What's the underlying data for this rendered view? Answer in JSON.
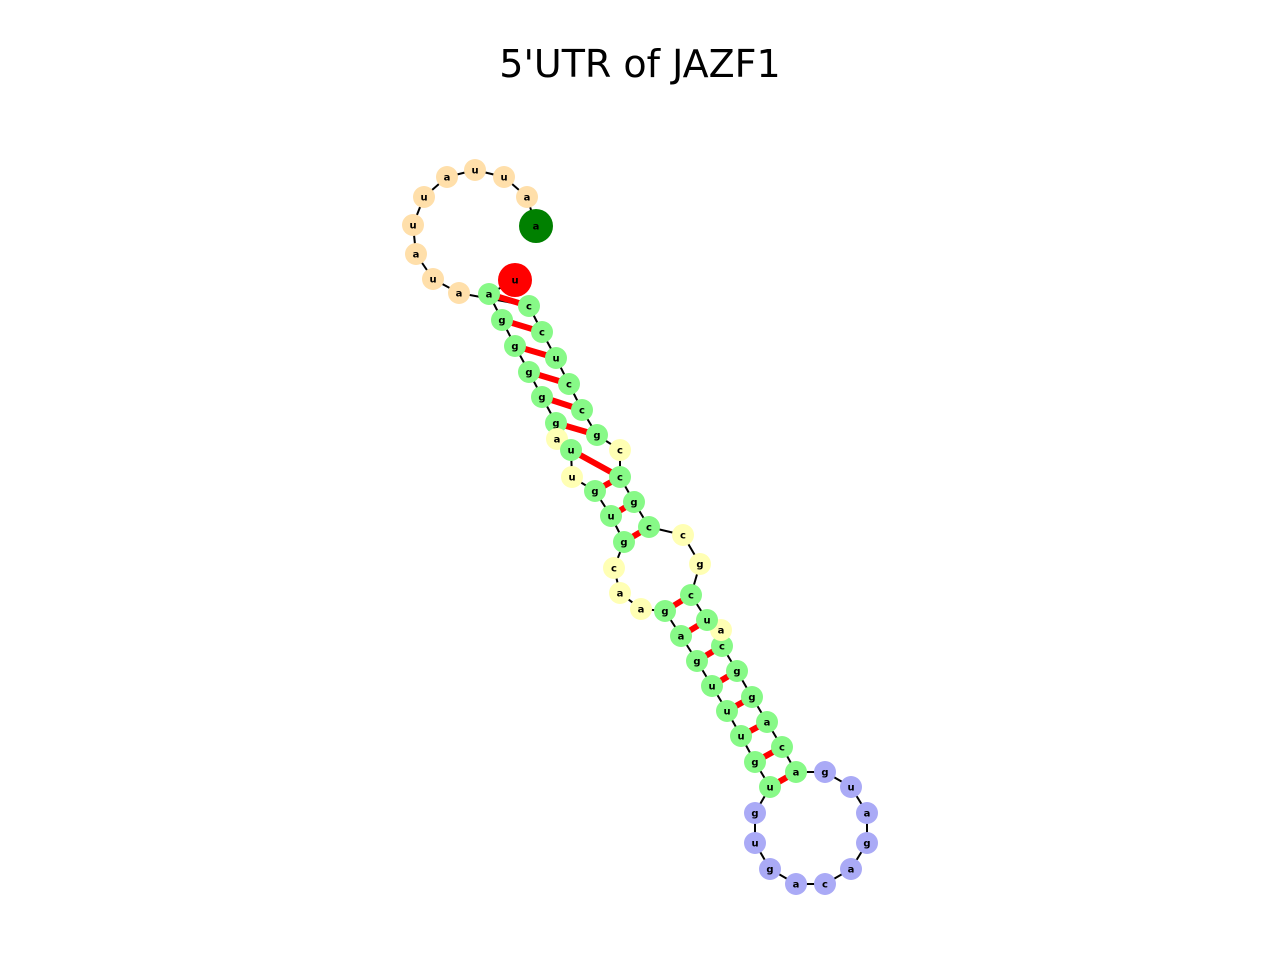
{
  "title": "5'UTR of JAZF1",
  "colors": {
    "five_prime_loop": "#ffdfaa",
    "stem": "#87f987",
    "interior_loop": "#ffffb4",
    "hairpin_loop": "#aaaaf6",
    "five_prime_end": "#ff0000",
    "three_prime_end": "#008000",
    "backbone": "#000000",
    "base_pair": "#ff0000"
  },
  "nucleotides": [
    {
      "base": "u",
      "type": "five_prime_end"
    },
    {
      "base": "a",
      "type": "stem"
    },
    {
      "base": "g",
      "type": "stem"
    },
    {
      "base": "g",
      "type": "stem"
    },
    {
      "base": "g",
      "type": "stem"
    },
    {
      "base": "g",
      "type": "stem"
    },
    {
      "base": "g",
      "type": "stem"
    },
    {
      "base": "a",
      "type": "interior_loop"
    },
    {
      "base": "u",
      "type": "stem"
    },
    {
      "base": "u",
      "type": "interior_loop"
    },
    {
      "base": "g",
      "type": "stem"
    },
    {
      "base": "u",
      "type": "stem"
    },
    {
      "base": "g",
      "type": "stem"
    },
    {
      "base": "c",
      "type": "interior_loop"
    },
    {
      "base": "a",
      "type": "interior_loop"
    },
    {
      "base": "a",
      "type": "interior_loop"
    },
    {
      "base": "g",
      "type": "stem"
    },
    {
      "base": "a",
      "type": "stem"
    },
    {
      "base": "g",
      "type": "stem"
    },
    {
      "base": "u",
      "type": "stem"
    },
    {
      "base": "u",
      "type": "stem"
    },
    {
      "base": "u",
      "type": "stem"
    },
    {
      "base": "g",
      "type": "stem"
    },
    {
      "base": "u",
      "type": "stem"
    },
    {
      "base": "g",
      "type": "hairpin_loop"
    },
    {
      "base": "u",
      "type": "hairpin_loop"
    },
    {
      "base": "g",
      "type": "hairpin_loop"
    },
    {
      "base": "a",
      "type": "hairpin_loop"
    },
    {
      "base": "c",
      "type": "hairpin_loop"
    },
    {
      "base": "a",
      "type": "hairpin_loop"
    },
    {
      "base": "g",
      "type": "hairpin_loop"
    },
    {
      "base": "a",
      "type": "hairpin_loop"
    },
    {
      "base": "u",
      "type": "hairpin_loop"
    },
    {
      "base": "g",
      "type": "hairpin_loop"
    },
    {
      "base": "a",
      "type": "stem"
    },
    {
      "base": "c",
      "type": "stem"
    },
    {
      "base": "a",
      "type": "stem"
    },
    {
      "base": "g",
      "type": "stem"
    },
    {
      "base": "g",
      "type": "stem"
    },
    {
      "base": "c",
      "type": "stem"
    },
    {
      "base": "a",
      "type": "interior_loop"
    },
    {
      "base": "u",
      "type": "stem"
    },
    {
      "base": "c",
      "type": "stem"
    },
    {
      "base": "g",
      "type": "interior_loop"
    },
    {
      "base": "c",
      "type": "interior_loop"
    },
    {
      "base": "c",
      "type": "stem"
    },
    {
      "base": "g",
      "type": "stem"
    },
    {
      "base": "c",
      "type": "stem"
    },
    {
      "base": "c",
      "type": "interior_loop"
    },
    {
      "base": "g",
      "type": "stem"
    },
    {
      "base": "c",
      "type": "stem"
    },
    {
      "base": "c",
      "type": "stem"
    },
    {
      "base": "u",
      "type": "stem"
    },
    {
      "base": "c",
      "type": "stem"
    },
    {
      "base": "c",
      "type": "stem"
    },
    {
      "base": "a",
      "type": "five_prime_loop"
    },
    {
      "base": "u",
      "type": "five_prime_loop"
    },
    {
      "base": "a",
      "type": "five_prime_loop"
    },
    {
      "base": "u",
      "type": "five_prime_loop"
    },
    {
      "base": "u",
      "type": "five_prime_loop"
    },
    {
      "base": "a",
      "type": "five_prime_loop"
    },
    {
      "base": "u",
      "type": "five_prime_loop"
    },
    {
      "base": "u",
      "type": "five_prime_loop"
    },
    {
      "base": "a",
      "type": "five_prime_loop"
    },
    {
      "base": "a",
      "type": "three_prime_end"
    }
  ]
}
